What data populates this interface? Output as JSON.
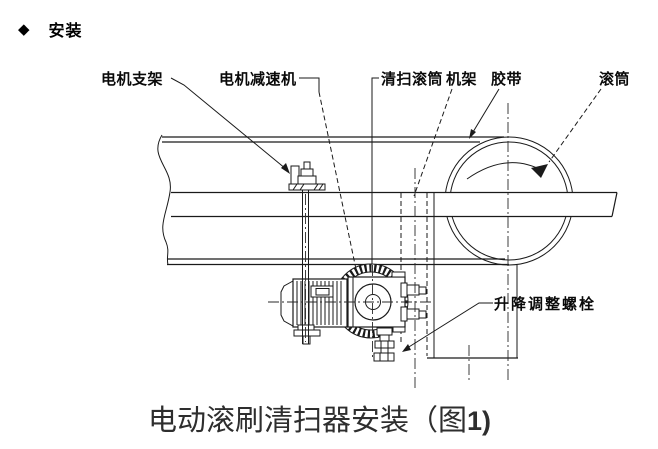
{
  "heading": {
    "bullet": "◆",
    "title": "安装"
  },
  "diagram": {
    "labels": {
      "motor_bracket": "电机支架",
      "motor_reducer": "电机减速机",
      "cleaning_drum": "清扫滚筒",
      "frame": "机架",
      "belt": "胶带",
      "drum": "滚筒",
      "lift_adjust_bolt": "升降调整螺栓"
    }
  },
  "caption": {
    "text": "电动滚刷清扫器安装（图",
    "figure": "1)"
  },
  "colors": {
    "line": "#1a1a1a",
    "label_text": "#0a0a0a",
    "caption_text": "#2e2e2e"
  }
}
